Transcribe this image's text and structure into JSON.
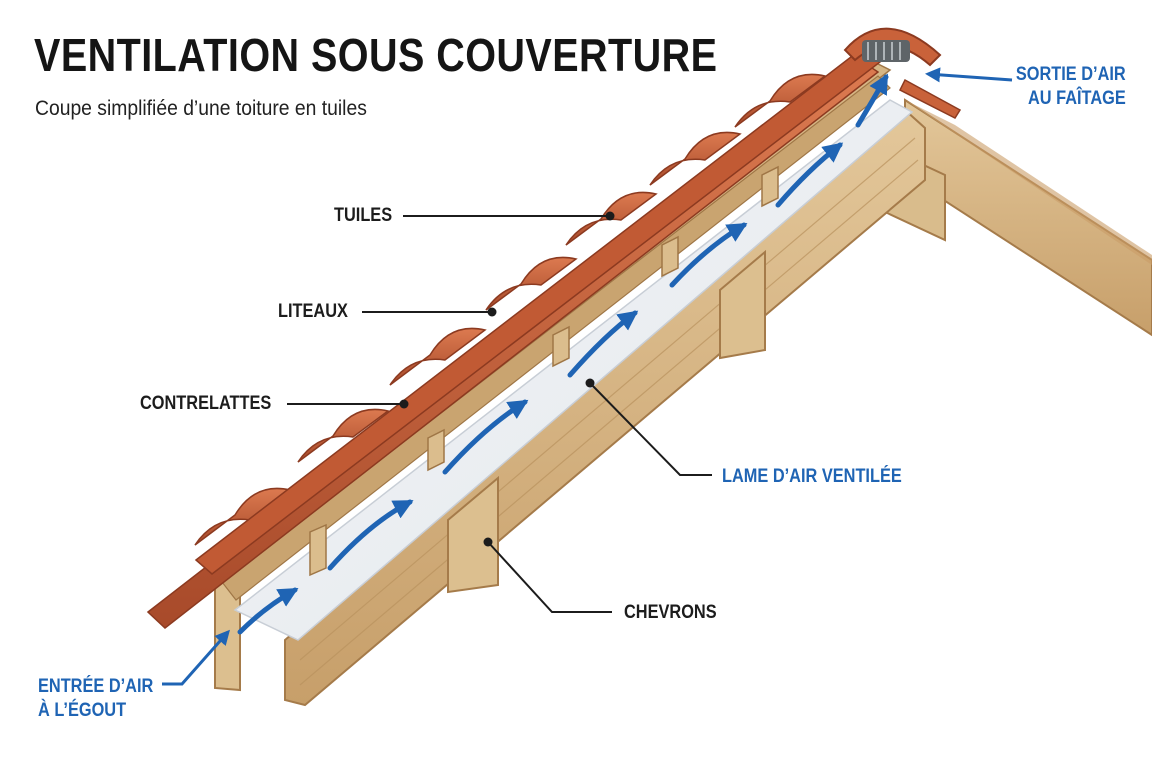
{
  "title": "VENTILATION SOUS COUVERTURE",
  "subtitle": "Coupe simplifiée d’une toiture en tuiles",
  "labels": {
    "tuiles": "TUILES",
    "liteaux": "LITEAUX",
    "contrelattes": "CONTRELATTES",
    "lame_air": "LAME D’AIR VENTILÉE",
    "chevrons": "CHEVRONS",
    "entree_line1": "ENTRÉE D’AIR",
    "entree_line2": "À L’ÉGOUT",
    "sortie_line1": "SORTIE D’AIR",
    "sortie_line2": "AU FAÎTAGE"
  },
  "colors": {
    "tile": "#c9623a",
    "tile_dark": "#9c4226",
    "wood": "#d8b98a",
    "wood_dark": "#b48a58",
    "air_gap": "#eef1f4",
    "arrow": "#1f64b4",
    "text": "#1c1c1c"
  }
}
